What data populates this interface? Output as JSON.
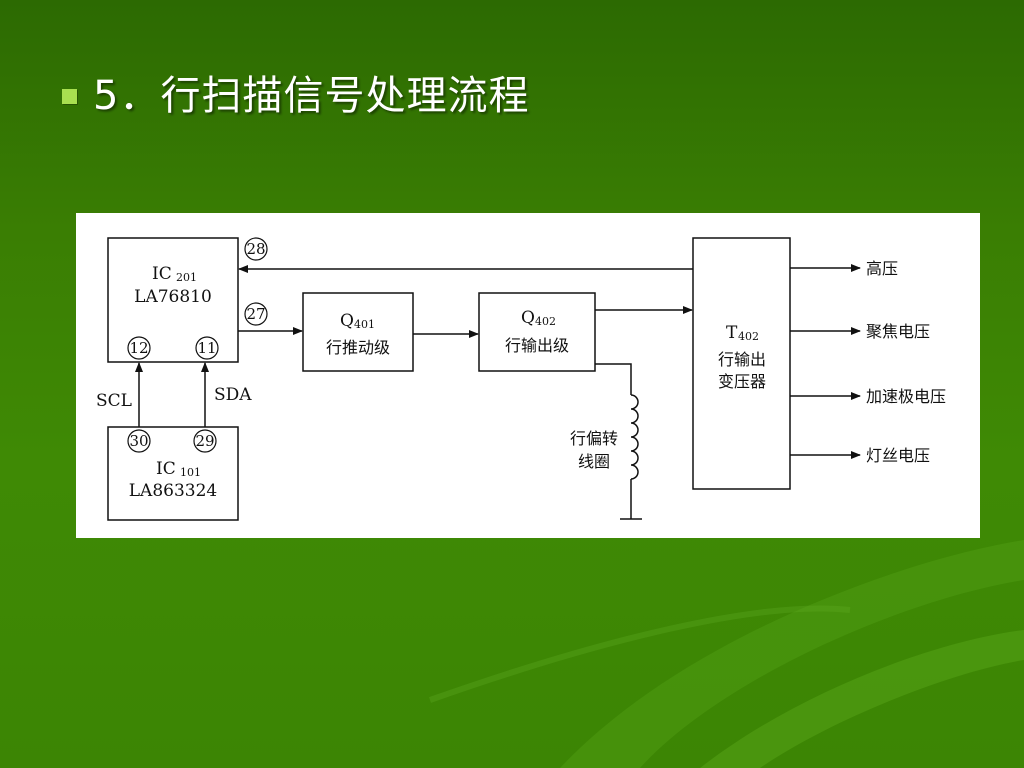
{
  "slide": {
    "title": "5．行扫描信号处理流程"
  },
  "colors": {
    "background_top": "#2c6a02",
    "background_bottom": "#3c8504",
    "bullet": "#a8e050",
    "title_text": "#ffffff",
    "panel": "#ffffff",
    "line": "#111111"
  },
  "diagram": {
    "ic201": {
      "name": "IC",
      "sub": "201",
      "model": "LA76810",
      "pins": {
        "p28": "28",
        "p27": "27",
        "p12": "12",
        "p11": "11"
      }
    },
    "ic101": {
      "name": "IC",
      "sub": "101",
      "model": "LA863324",
      "pins": {
        "p30": "30",
        "p29": "29"
      }
    },
    "q401": {
      "name": "Q",
      "sub": "401",
      "label": "行推动级"
    },
    "q402": {
      "name": "Q",
      "sub": "402",
      "label": "行输出级"
    },
    "t402": {
      "name": "T",
      "sub": "402",
      "label_line1": "行输出",
      "label_line2": "变压器"
    },
    "coil": {
      "label_line1": "行偏转",
      "label_line2": "线圈"
    },
    "signals": {
      "scl": "SCL",
      "sda": "SDA"
    },
    "outputs": {
      "high_voltage": "高压",
      "focus_voltage": "聚焦电压",
      "accel_voltage": "加速极电压",
      "filament_voltage": "灯丝电压"
    }
  }
}
